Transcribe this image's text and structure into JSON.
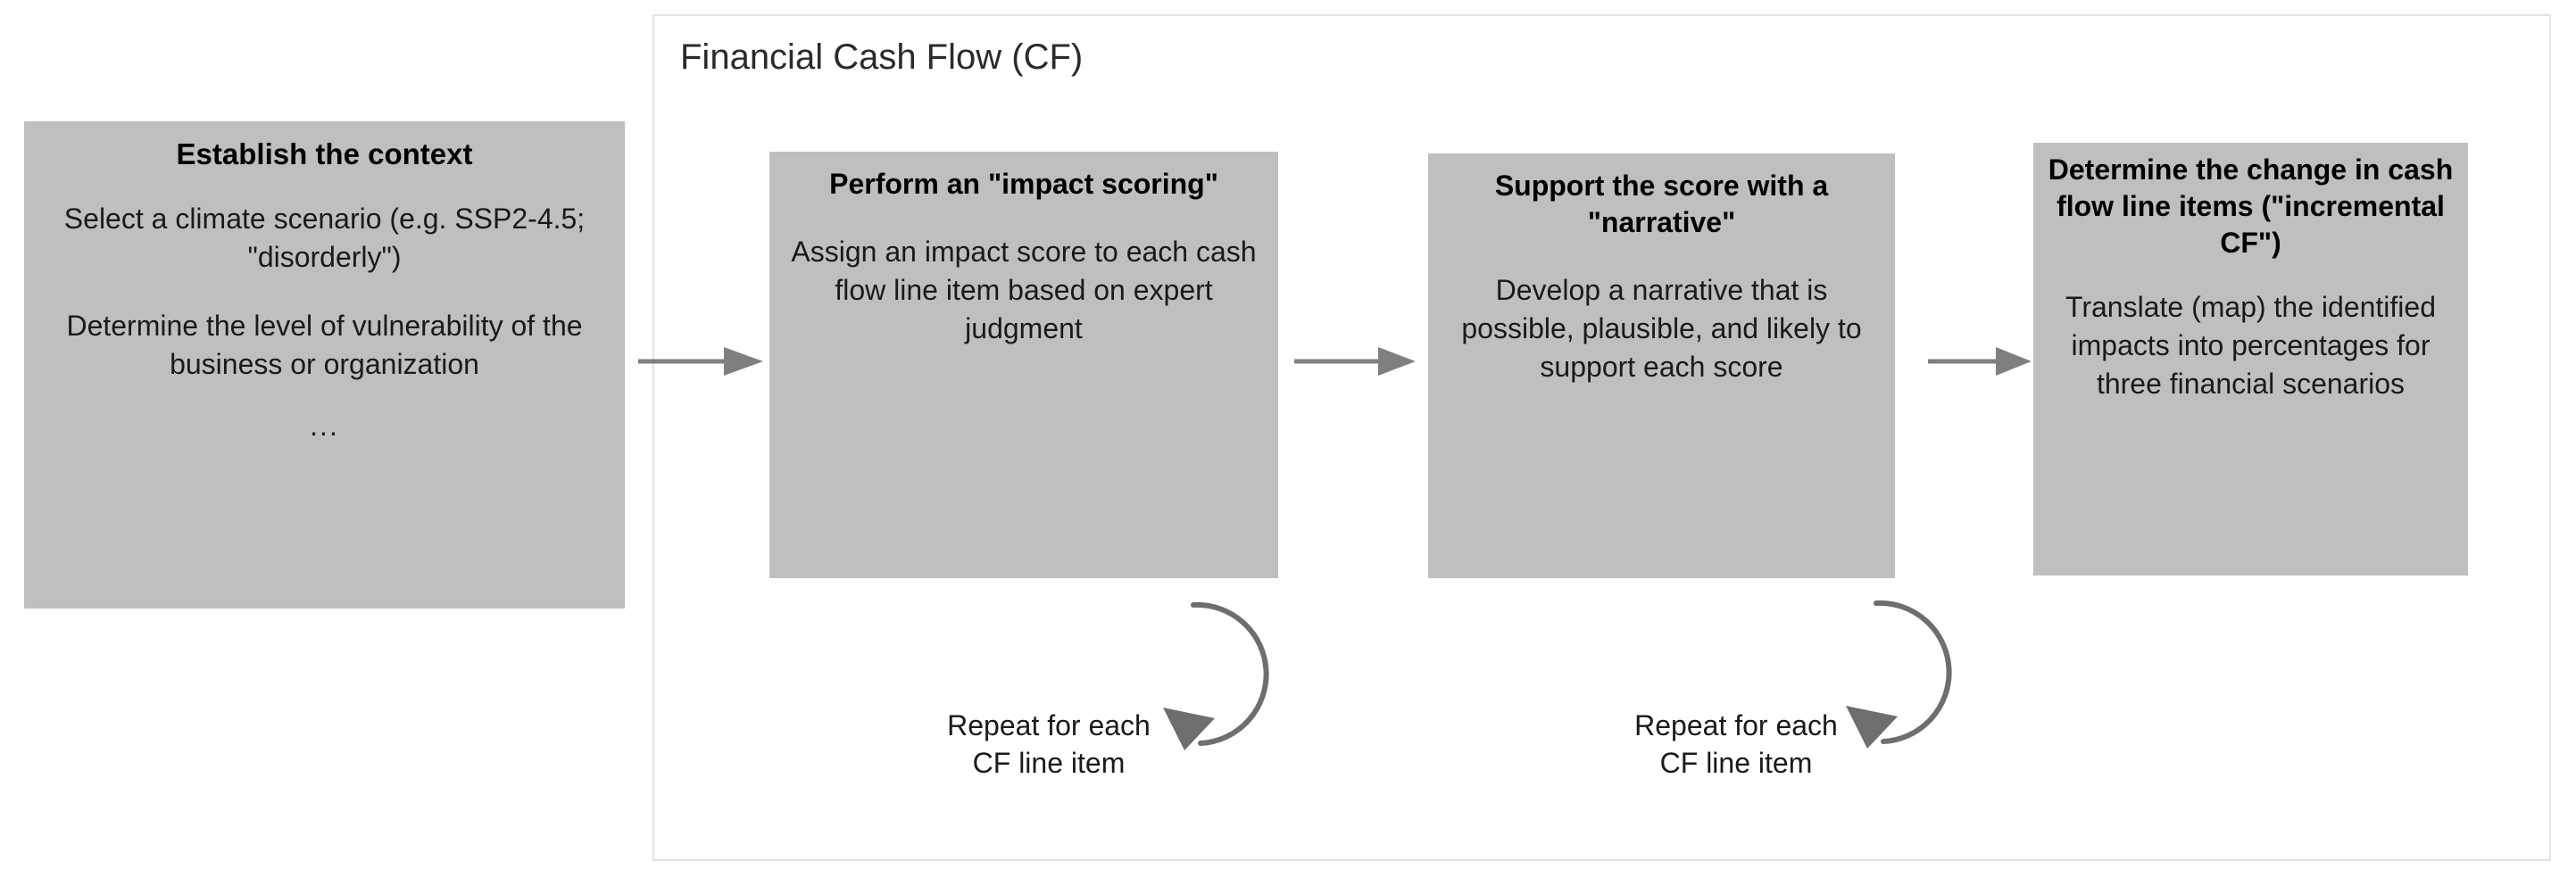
{
  "diagram": {
    "group": {
      "title": "Financial Cash Flow (CF)"
    },
    "steps": [
      {
        "id": "establish-context",
        "title": "Establish the context",
        "body_line_1": "Select a climate scenario (e.g. SSP2-4.5; \"disorderly\")",
        "body_line_2": "Determine the level of vulnerability of the business or organization",
        "body_line_3": "..."
      },
      {
        "id": "impact-scoring",
        "title": "Perform an \"impact scoring\"",
        "body": "Assign an impact score to each cash flow line item based on expert judgment"
      },
      {
        "id": "support-narrative",
        "title": "Support the score with a \"narrative\"",
        "body": "Develop a narrative that is possible, plausible, and likely to support each score"
      },
      {
        "id": "incremental-cf",
        "title": "Determine the change in cash flow line items (\"incremental CF\")",
        "body": "Translate (map) the identified impacts into percentages for three financial scenarios"
      }
    ],
    "loops": [
      {
        "id": "loop-scoring",
        "label": "Repeat for each\nCF line item"
      },
      {
        "id": "loop-narrative",
        "label": "Repeat for each\nCF line item"
      }
    ],
    "colors": {
      "box_fill": "#bfbfbf",
      "frame_border": "#e3e3e3",
      "arrow": "#7f7f7f",
      "text": "#1a1a1a"
    }
  }
}
